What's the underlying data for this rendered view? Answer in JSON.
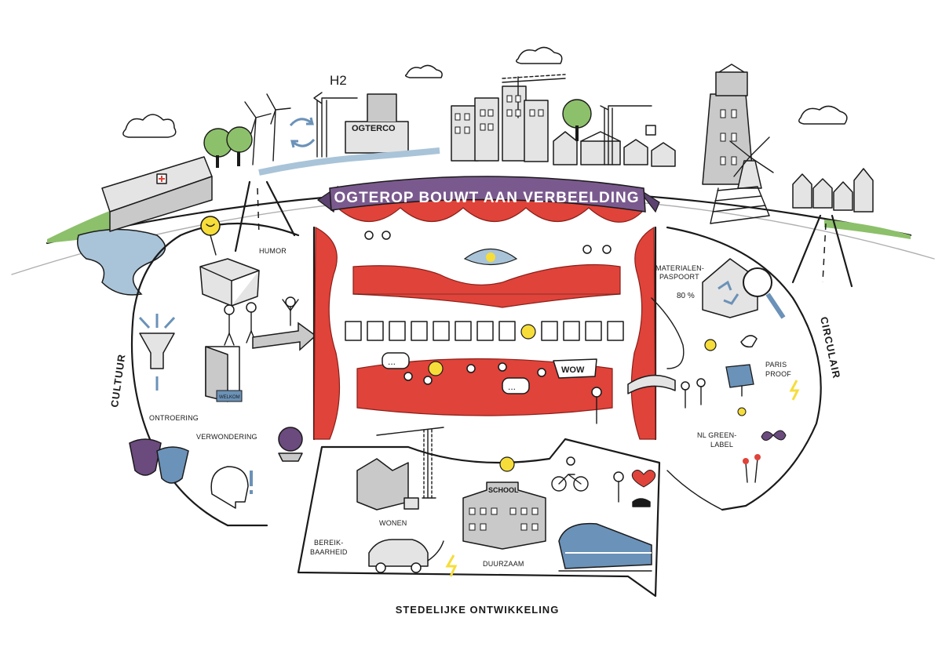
{
  "banner": {
    "title": "OGTEROP BOUWT AAN VERBEELDING"
  },
  "sections": {
    "left": "CULTUUR",
    "right": "CIRCULAIR",
    "bottom": "STEDELIJKE ONTWIKKELING"
  },
  "labels": {
    "h2": "H2",
    "factory_sign": "OGTERCO",
    "humor": "HUMOR",
    "ontroering": "ONTROERING",
    "verwondering": "VERWONDERING",
    "welkom": "WELKOM",
    "materialen_1": "MATERIALEN-",
    "materialen_2": "PASPOORT",
    "percent": "80 %",
    "paris_1": "PARIS",
    "paris_2": "PROOF",
    "nlgreen_1": "NL GREEN-",
    "nlgreen_2": "LABEL",
    "wonen": "WONEN",
    "school": "SCHOOL",
    "bereik_1": "BEREIK-",
    "bereik_2": "BAARHEID",
    "duurzaam": "DUURZAAM",
    "wow": "WOW",
    "dots": "..."
  },
  "colors": {
    "curtain_red": "#e0433a",
    "banner_purple": "#7a5a8e",
    "tree_green": "#8dc06a",
    "water_blue": "#a9c4d8",
    "bulb_yellow": "#f6dd3a",
    "mask_purple": "#6b4a7e",
    "mask_blue": "#6b92b8"
  }
}
